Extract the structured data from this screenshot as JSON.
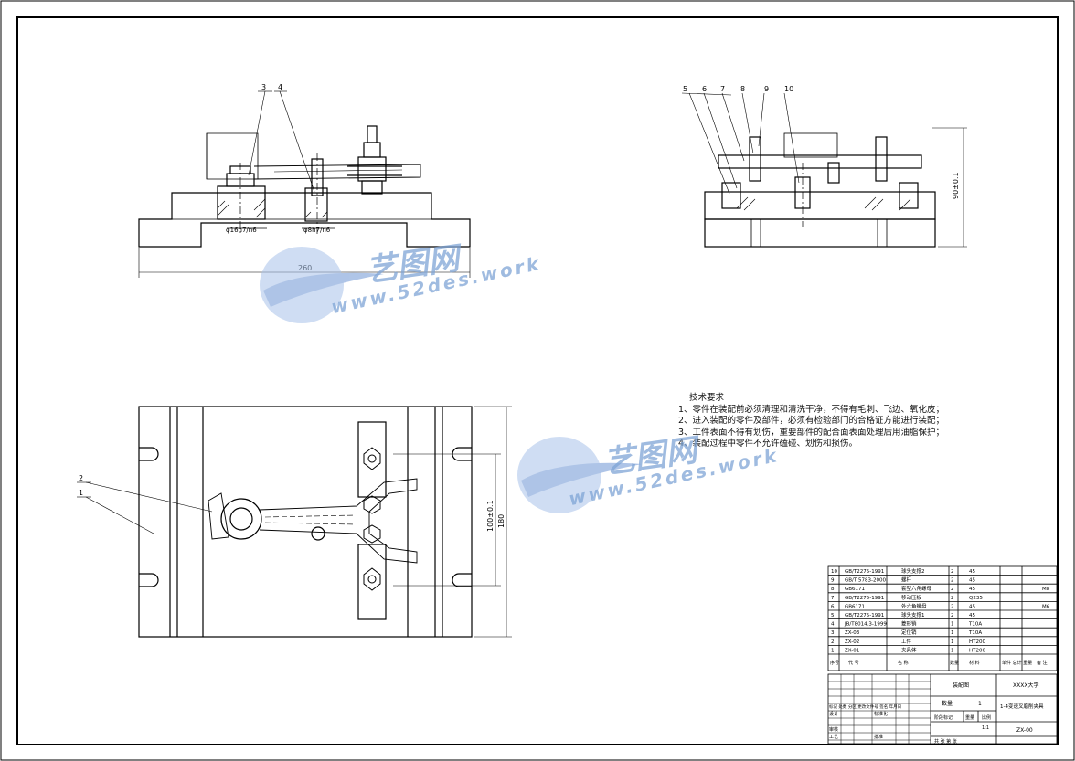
{
  "views": {
    "front_left": {
      "balloons": [
        "3",
        "4"
      ],
      "fit1": "φ16h7/n6",
      "fit2": "φ8h7/n6",
      "dim_width": "260"
    },
    "side_right": {
      "balloons": [
        "5",
        "6",
        "7",
        "8",
        "9",
        "10"
      ],
      "dim_height": "90±0.1"
    },
    "top_left": {
      "balloons": [
        "2",
        "1"
      ],
      "dim_inner": "100±0.1",
      "dim_outer": "180"
    }
  },
  "notes": {
    "title": "技术要求",
    "items": [
      "1、零件在装配前必须清理和清洗干净，不得有毛刺、飞边、氧化皮；",
      "2、进入装配的零件及部件，必须有检验部门的合格证方能进行装配；",
      "3、工件表面不得有划伤，重要部件的配合面表面处理后用油脂保护；",
      "4、装配过程中零件不允许磕碰、划伤和损伤。"
    ]
  },
  "bom": {
    "rows": [
      {
        "no": "10",
        "code": "GB/T2275-1991",
        "name": "球头支撑2",
        "qty": "2",
        "mat": "45",
        "note": ""
      },
      {
        "no": "9",
        "code": "GB/T 5783-2000",
        "name": "螺杆",
        "qty": "2",
        "mat": "45",
        "note": ""
      },
      {
        "no": "8",
        "code": "GB6171",
        "name": "套型六角螺母",
        "qty": "2",
        "mat": "45",
        "note": "M8"
      },
      {
        "no": "7",
        "code": "GB/T2275-1991",
        "name": "移动压板",
        "qty": "2",
        "mat": "Q235",
        "note": ""
      },
      {
        "no": "6",
        "code": "GB6171",
        "name": "外六角螺母",
        "qty": "2",
        "mat": "45",
        "note": "M6"
      },
      {
        "no": "5",
        "code": "GB/T2275-1991",
        "name": "球头支撑1",
        "qty": "2",
        "mat": "45",
        "note": ""
      },
      {
        "no": "4",
        "code": "JB/T8014.3-1999",
        "name": "菱形销",
        "qty": "1",
        "mat": "T10A",
        "note": ""
      },
      {
        "no": "3",
        "code": "ZX-03",
        "name": "定位销",
        "qty": "1",
        "mat": "T10A",
        "note": ""
      },
      {
        "no": "2",
        "code": "ZX-02",
        "name": "工件",
        "qty": "1",
        "mat": "HT200",
        "note": ""
      },
      {
        "no": "1",
        "code": "ZX-01",
        "name": "夹具体",
        "qty": "1",
        "mat": "HT200",
        "note": ""
      }
    ],
    "header": {
      "no": "序号",
      "code": "代 号",
      "name": "名 称",
      "qty": "数量",
      "mat": "材 料",
      "weight": "单件 总计 重量",
      "note": "备 注"
    }
  },
  "title_block": {
    "drawing_type": "装配图",
    "school": "XXXX大学",
    "product": "1-4变速叉磨削夹具",
    "quantity_label": "数量",
    "quantity": "1",
    "stage_label": "阶段标记",
    "weight_label": "重量",
    "scale_label": "比例",
    "scale": "1:1",
    "drawing_no": "ZX-00",
    "sheets": "共   张   第   张",
    "rev_labels": "标记 处数 分区 更改文件号 签名 年月日",
    "rows": [
      "设计",
      "审核",
      "工艺"
    ],
    "std": "标准化",
    "approve": "批准"
  },
  "watermark": {
    "brand": "艺图网",
    "url": "www.52des.work"
  },
  "colors": {
    "line": "#000000",
    "watermark": "#7fa5d6"
  }
}
